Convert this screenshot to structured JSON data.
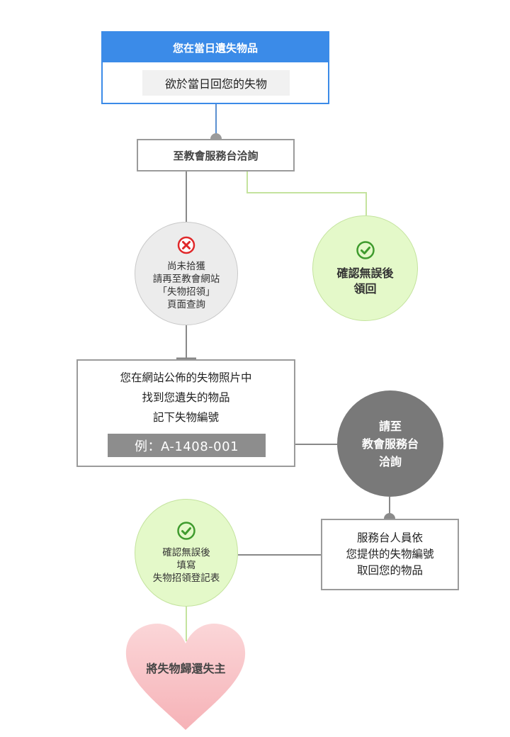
{
  "top_card": {
    "header": "您在當日遺失物品",
    "body": "欲於當日回您的失物"
  },
  "desk_box": {
    "label": "至教會服務台洽詢"
  },
  "not_found": {
    "lines": [
      "尚未拾獲",
      "請再至教會網站",
      "「失物招領」",
      "頁面查詢"
    ]
  },
  "confirm_return": {
    "lines": [
      "確認無誤後",
      "領回"
    ]
  },
  "photo_box": {
    "lines": [
      "您在網站公佈的失物照片中",
      "找到您遺失的物品",
      "記下失物編號"
    ],
    "example": "例：A-1408-001"
  },
  "go_desk": {
    "lines": [
      "請至",
      "教會服務台",
      "洽詢"
    ]
  },
  "staff_box": {
    "lines": [
      "服務台人員依",
      "您提供的失物編號",
      "取回您的物品"
    ]
  },
  "confirm_fill": {
    "lines": [
      "確認無誤後",
      "填寫",
      "失物招領登記表"
    ]
  },
  "heart": {
    "label": "將失物歸還失主"
  },
  "colors": {
    "blue": "#3b8be8",
    "green_fill": "#e4f9c9",
    "green_icon": "#3f9b2e",
    "red_icon": "#e0282a",
    "gray_dark": "#797979",
    "heart": "#f8c3c6"
  }
}
